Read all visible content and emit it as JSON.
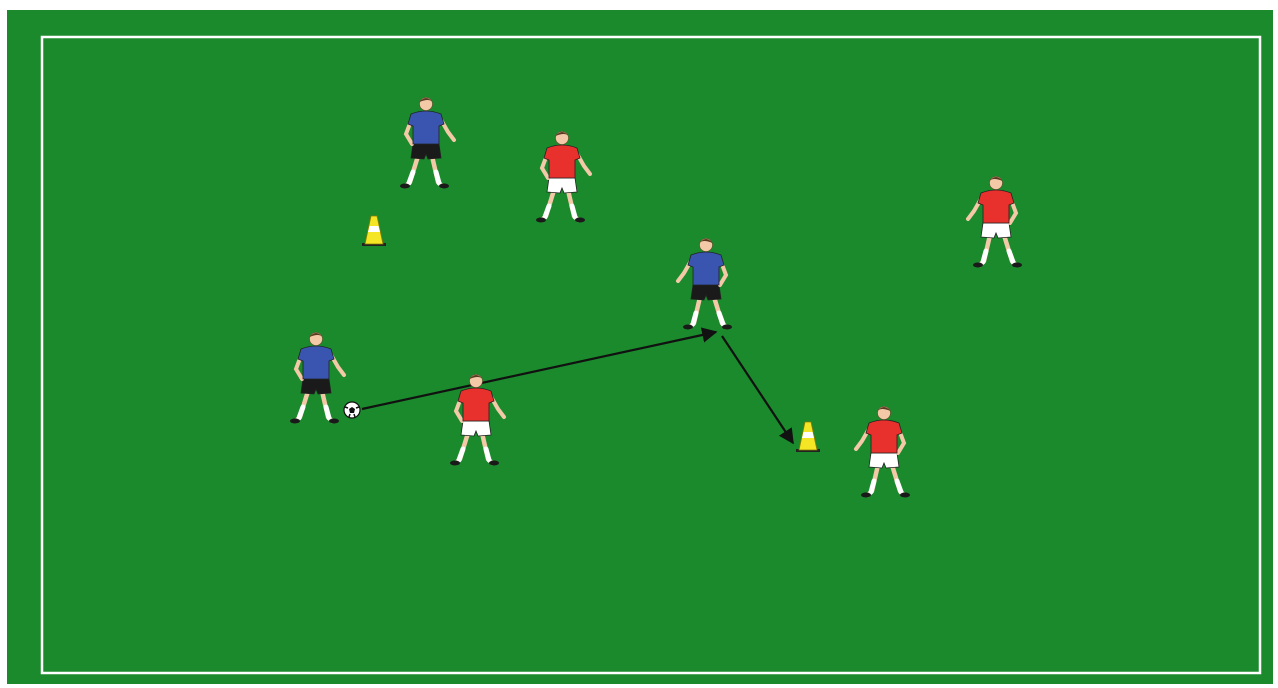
{
  "colors": {
    "pitch": "#1a8a2c",
    "pitch_dark": "#137a24",
    "line": "#ffffff",
    "team_blue_shirt": "#3a55b0",
    "team_blue_shorts": "#1a1a1a",
    "team_red_shirt": "#e8302c",
    "team_red_shorts": "#ffffff",
    "cone_yellow": "#f5e625",
    "arrow": "#111111",
    "skin": "#f3c9a8"
  },
  "players": [
    {
      "id": "blue-1",
      "team": "blue"
    },
    {
      "id": "blue-2",
      "team": "blue"
    },
    {
      "id": "blue-3",
      "team": "blue"
    },
    {
      "id": "red-1",
      "team": "red"
    },
    {
      "id": "red-2",
      "team": "red"
    },
    {
      "id": "red-3",
      "team": "red"
    },
    {
      "id": "red-4",
      "team": "red"
    }
  ],
  "cones": [
    {
      "id": "cone-1",
      "color": "yellow"
    },
    {
      "id": "cone-2",
      "color": "yellow"
    }
  ],
  "ball": {
    "icon": "soccer-ball-icon"
  },
  "arrows": [
    {
      "id": "pass-arrow",
      "kind": "pass"
    },
    {
      "id": "run-arrow",
      "kind": "run"
    }
  ]
}
